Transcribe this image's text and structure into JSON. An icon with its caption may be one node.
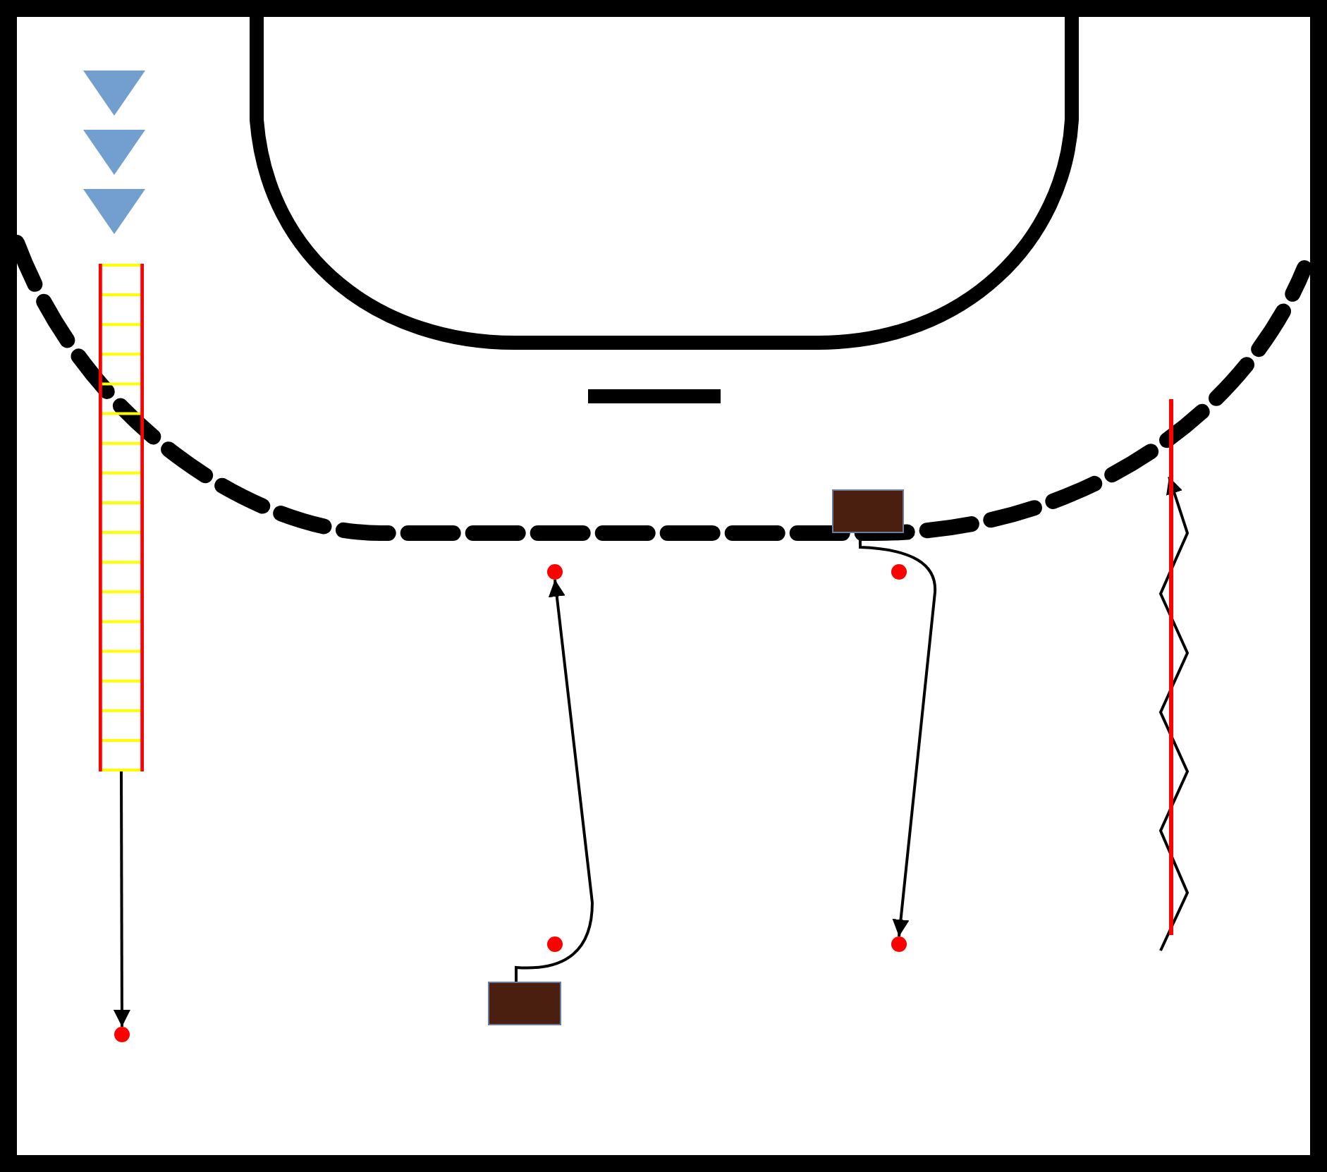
{
  "diagram": {
    "nodes": [
      {
        "text": [],
        "shape": "ladder"
      },
      {
        "text": [],
        "shape": "bar"
      },
      {
        "text": [],
        "shape": "box"
      },
      {
        "text": [],
        "shape": "circle"
      },
      {
        "text": [],
        "shape": "circle"
      },
      {
        "text": [],
        "shape": "circle"
      },
      {
        "text": [],
        "shape": "circle"
      },
      {
        "text": [],
        "shape": "box"
      },
      {
        "text": [],
        "shape": "circle"
      }
    ],
    "edges": [
      {
        "from": 0,
        "to": 8,
        "arrow": "to"
      },
      {
        "from": 7,
        "to": 3,
        "arrow": "to"
      },
      {
        "from": 2,
        "to": 6,
        "arrow": "to"
      },
      {
        "from": null,
        "to": 1,
        "arrow": "to"
      }
    ]
  }
}
